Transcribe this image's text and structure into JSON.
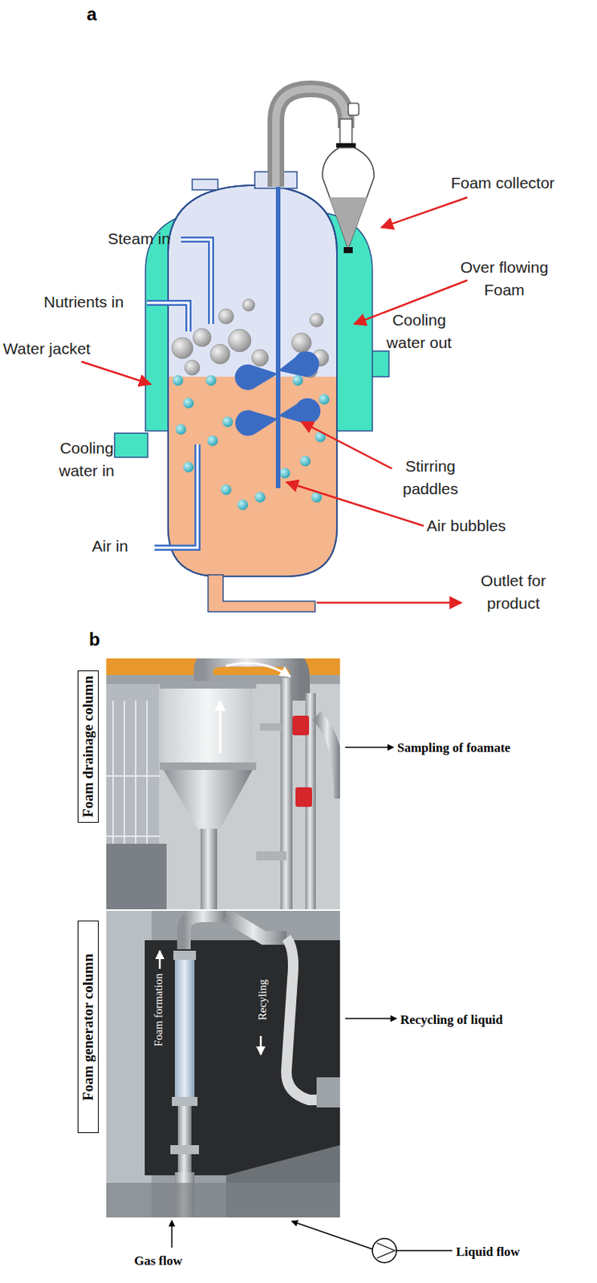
{
  "diagram": {
    "nodes": [
      {
        "text": [
          "Foam drainage column"
        ]
      },
      {
        "text": [
          "Foam generator column"
        ]
      }
    ],
    "labels": [
      "a",
      "Foam collector",
      "Steam in",
      "Over flowing Foam",
      "Nutrients in",
      "Water jacket",
      "Cooling water out",
      "Cooling water in",
      "Stirring paddles",
      "Air bubbles",
      "Air in",
      "Outlet for product",
      "b",
      "Sampling of foamate",
      "Foam formation",
      "Recyling",
      "Recycling of liquid",
      "Gas flow",
      "Liquid flow"
    ]
  }
}
